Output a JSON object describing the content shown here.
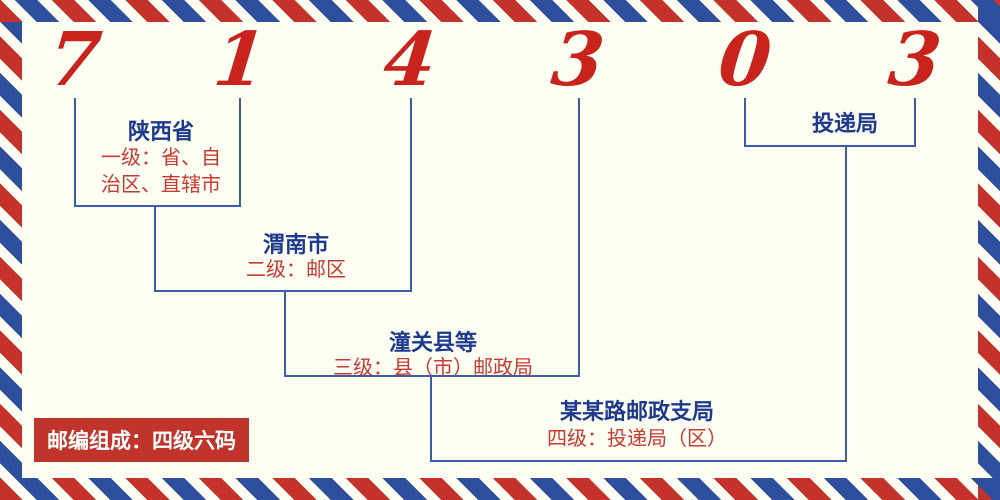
{
  "postal_code": {
    "digits": [
      "7",
      "1",
      "4",
      "3",
      "0",
      "3"
    ]
  },
  "levels": {
    "level1": {
      "title": "陕西省",
      "desc": "一级：省、自治区、直辖市"
    },
    "level2": {
      "title": "渭南市",
      "desc": "二级：邮区"
    },
    "level3": {
      "title": "潼关县等",
      "desc": "三级：县（市）邮政局"
    },
    "level4": {
      "title": "某某路邮政支局",
      "desc": "四级：投递局（区）"
    },
    "delivery_office": {
      "title": "投递局"
    }
  },
  "footer": {
    "badge_text": "邮编组成：四级六码"
  },
  "colors": {
    "background": "#fffef2",
    "digit_red": "#c9231d",
    "title_blue": "#1d3a8e",
    "desc_red": "#c93a33",
    "line_blue": "#3c5cae",
    "badge_bg": "#c0342b",
    "badge_text": "#ffffff",
    "stripe_red": "#c5322b",
    "stripe_blue": "#2e4e9e"
  }
}
